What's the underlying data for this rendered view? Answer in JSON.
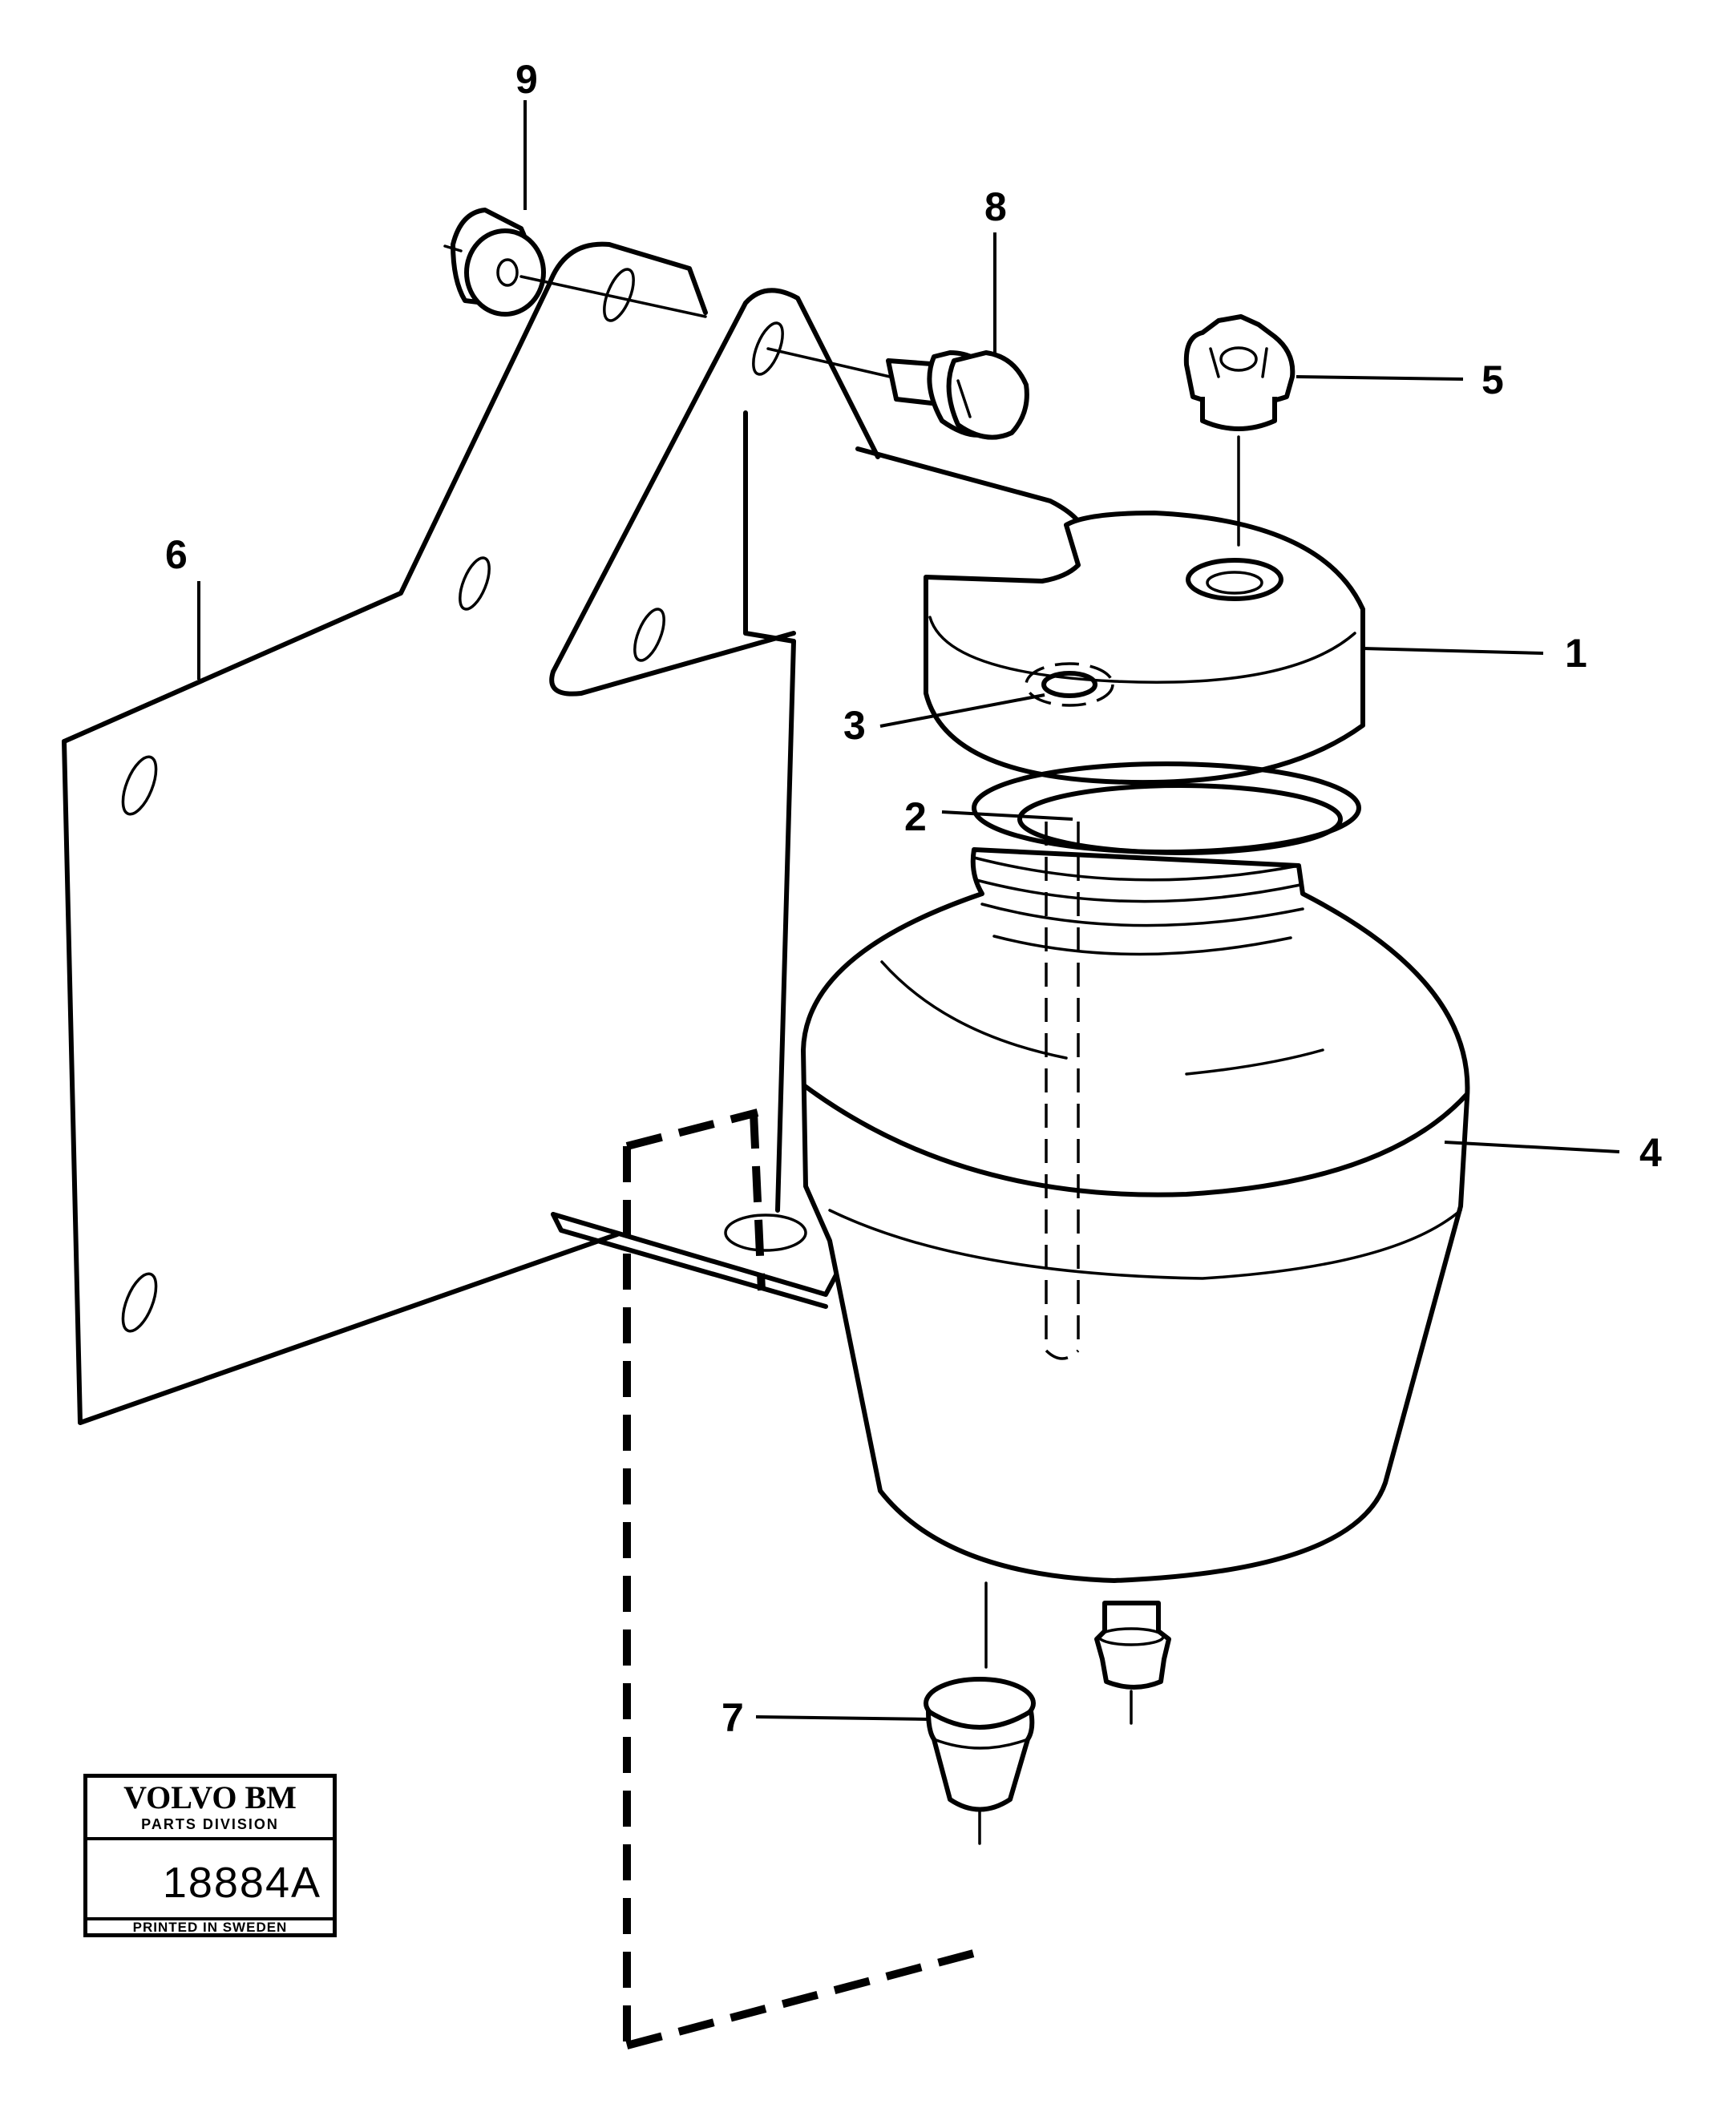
{
  "callouts": {
    "c1": "1",
    "c2": "2",
    "c3": "3",
    "c4": "4",
    "c5": "5",
    "c6": "6",
    "c7": "7",
    "c8": "8",
    "c9": "9"
  },
  "stamp": {
    "brand": "VOLVO BM",
    "division": "PARTS DIVISION",
    "number": "18884A",
    "printed": "PRINTED IN SWEDEN"
  },
  "colors": {
    "ink": "#000000",
    "paper": "#ffffff"
  }
}
